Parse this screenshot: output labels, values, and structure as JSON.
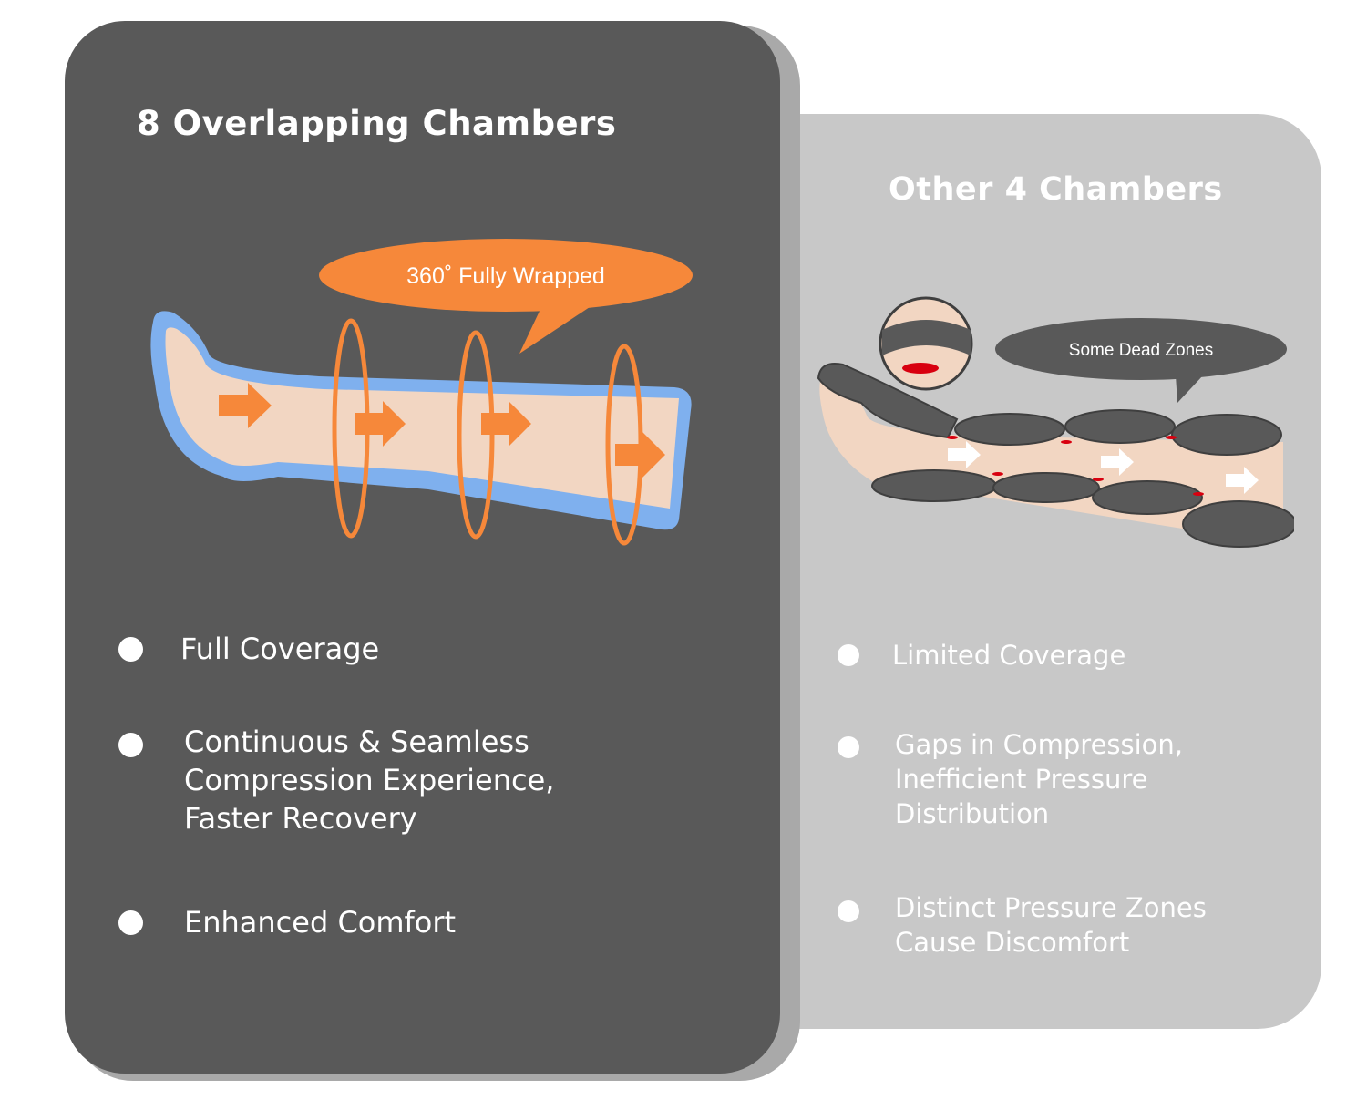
{
  "left": {
    "title": "8 Overlapping Chambers",
    "callout": "360˚ Fully Wrapped",
    "bullets": [
      {
        "lines": [
          "Full Coverage"
        ]
      },
      {
        "lines": [
          "Continuous & Seamless",
          "Compression Experience,",
          "Faster Recovery"
        ]
      },
      {
        "lines": [
          "Enhanced Comfort"
        ]
      }
    ]
  },
  "right": {
    "title": "Other 4 Chambers",
    "callout": "Some Dead Zones",
    "bullets": [
      {
        "lines": [
          "Limited Coverage"
        ]
      },
      {
        "lines": [
          "Gaps in Compression,",
          "Inefficient Pressure",
          "Distribution"
        ]
      },
      {
        "lines": [
          "Distinct Pressure Zones",
          "Cause Discomfort"
        ]
      }
    ]
  },
  "colors": {
    "dark_card": "#595959",
    "light_card": "#c8c8c8",
    "accent_orange": "#f6883a",
    "wrap_blue": "#7fb0ee",
    "skin": "#f2d6c2",
    "dead_zone_red": "#d8000f"
  }
}
